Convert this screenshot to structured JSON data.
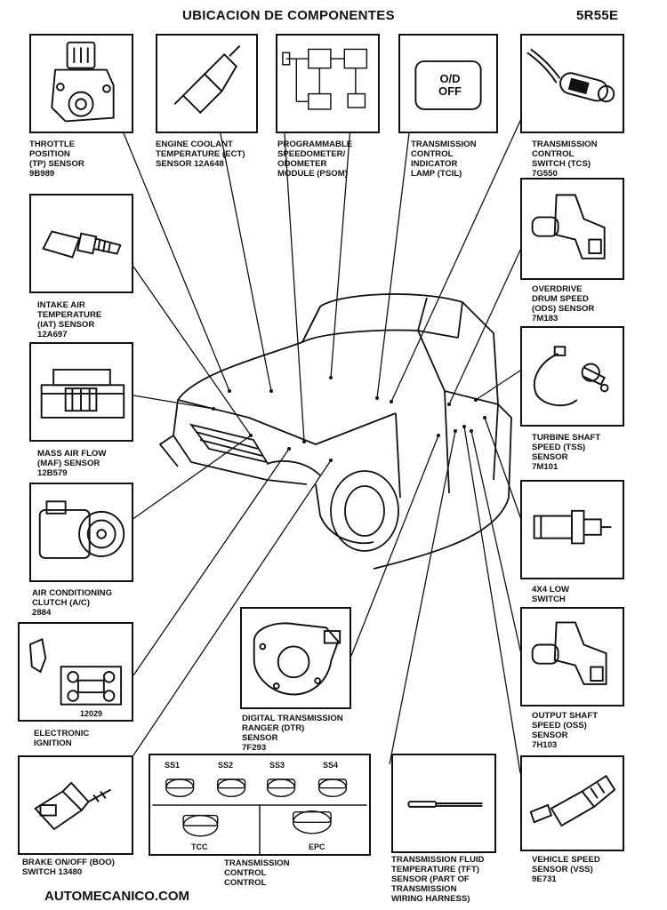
{
  "header": {
    "title": "UBICACION DE COMPONENTES",
    "model": "5R55E"
  },
  "footer": {
    "site": "AUTOMECANICO.COM"
  },
  "components": {
    "tp": {
      "lines": [
        "THROTTLE",
        "POSITION",
        "(TP) SENSOR",
        "9B989"
      ]
    },
    "ect": {
      "lines": [
        "ENGINE COOLANT",
        "TEMPERATURE (ECT)",
        "SENSOR 12A648"
      ]
    },
    "psom": {
      "lines": [
        "PROGRAMMABLE",
        "SPEEDOMETER/",
        "ODOMETER",
        "MODULE (PSOM)"
      ]
    },
    "tcil": {
      "lines": [
        "TRANSMISSION",
        "CONTROL",
        "INDICATOR",
        "LAMP (TCIL)"
      ],
      "lamp_text": [
        "O/D",
        "OFF"
      ]
    },
    "tcs": {
      "lines": [
        "TRANSMISSION",
        "CONTROL",
        "SWITCH (TCS)",
        "7G550"
      ]
    },
    "iat": {
      "lines": [
        "INTAKE AIR",
        "TEMPERATURE",
        "(IAT) SENSOR",
        "12A697"
      ]
    },
    "ods": {
      "lines": [
        "OVERDRIVE",
        "DRUM SPEED",
        "(ODS) SENSOR",
        "7M183"
      ]
    },
    "maf": {
      "lines": [
        "MASS AIR FLOW",
        "(MAF) SENSOR",
        "12B579"
      ]
    },
    "tss": {
      "lines": [
        "TURBINE SHAFT",
        "SPEED (TSS)",
        "SENSOR",
        "7M101"
      ]
    },
    "ac": {
      "lines": [
        "AIR CONDITIONING",
        "CLUTCH (A/C)",
        "2884"
      ]
    },
    "low4": {
      "lines": [
        "4X4 LOW",
        "SWITCH"
      ]
    },
    "ign": {
      "lines": [
        "ELECTRONIC",
        "IGNITION"
      ],
      "part": "12029"
    },
    "dtr": {
      "lines": [
        "DIGITAL TRANSMISSION",
        "RANGER (DTR)",
        "SENSOR",
        "7F293"
      ]
    },
    "oss": {
      "lines": [
        "OUTPUT SHAFT",
        "SPEED (OSS)",
        "SENSOR",
        "7H103"
      ]
    },
    "boo": {
      "lines": [
        "BRAKE ON/OFF (BOO)",
        "SWITCH 13480"
      ]
    },
    "tc": {
      "lines": [
        "TRANSMISSION",
        "CONTROL",
        "CONTROL"
      ],
      "solenoids": [
        "SS1",
        "SS2",
        "SS3",
        "SS4"
      ],
      "tcc": "TCC",
      "epc": "EPC"
    },
    "tft": {
      "lines": [
        "TRANSMISSION FLUID",
        "TEMPERATURE (TFT)",
        "SENSOR (PART OF",
        "TRANSMISSION",
        "WIRING HARNESS)"
      ]
    },
    "vss": {
      "lines": [
        "VEHICLE SPEED",
        "SENSOR (VSS)",
        "9E731"
      ]
    }
  }
}
